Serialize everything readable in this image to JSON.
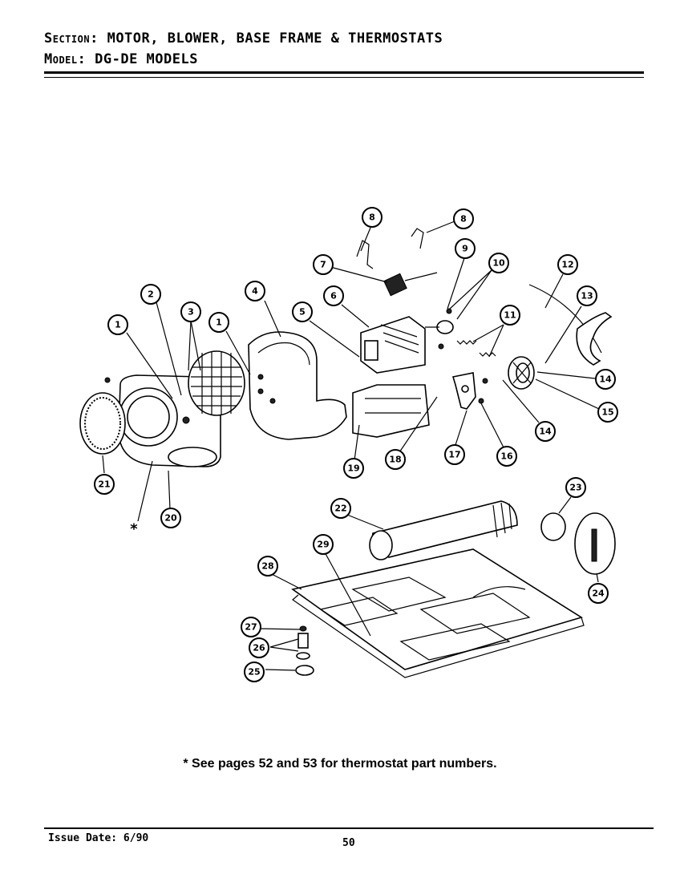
{
  "header": {
    "section_label": "Section:",
    "section_value": "MOTOR, BLOWER, BASE FRAME & THERMOSTATS",
    "model_label": "Model:",
    "model_value": "DG-DE MODELS"
  },
  "callouts": [
    "1",
    "2",
    "3",
    "1",
    "4",
    "5",
    "6",
    "7",
    "8",
    "8",
    "9",
    "10",
    "11",
    "12",
    "13",
    "14",
    "15",
    "14",
    "16",
    "17",
    "18",
    "19",
    "20",
    "21",
    "*",
    "22",
    "23",
    "24",
    "25",
    "26",
    "27",
    "28",
    "29"
  ],
  "footnote": "* See pages 52 and 53 for thermostat part numbers.",
  "footer": {
    "issue_date": "Issue Date: 6/90",
    "page_number": "50"
  }
}
